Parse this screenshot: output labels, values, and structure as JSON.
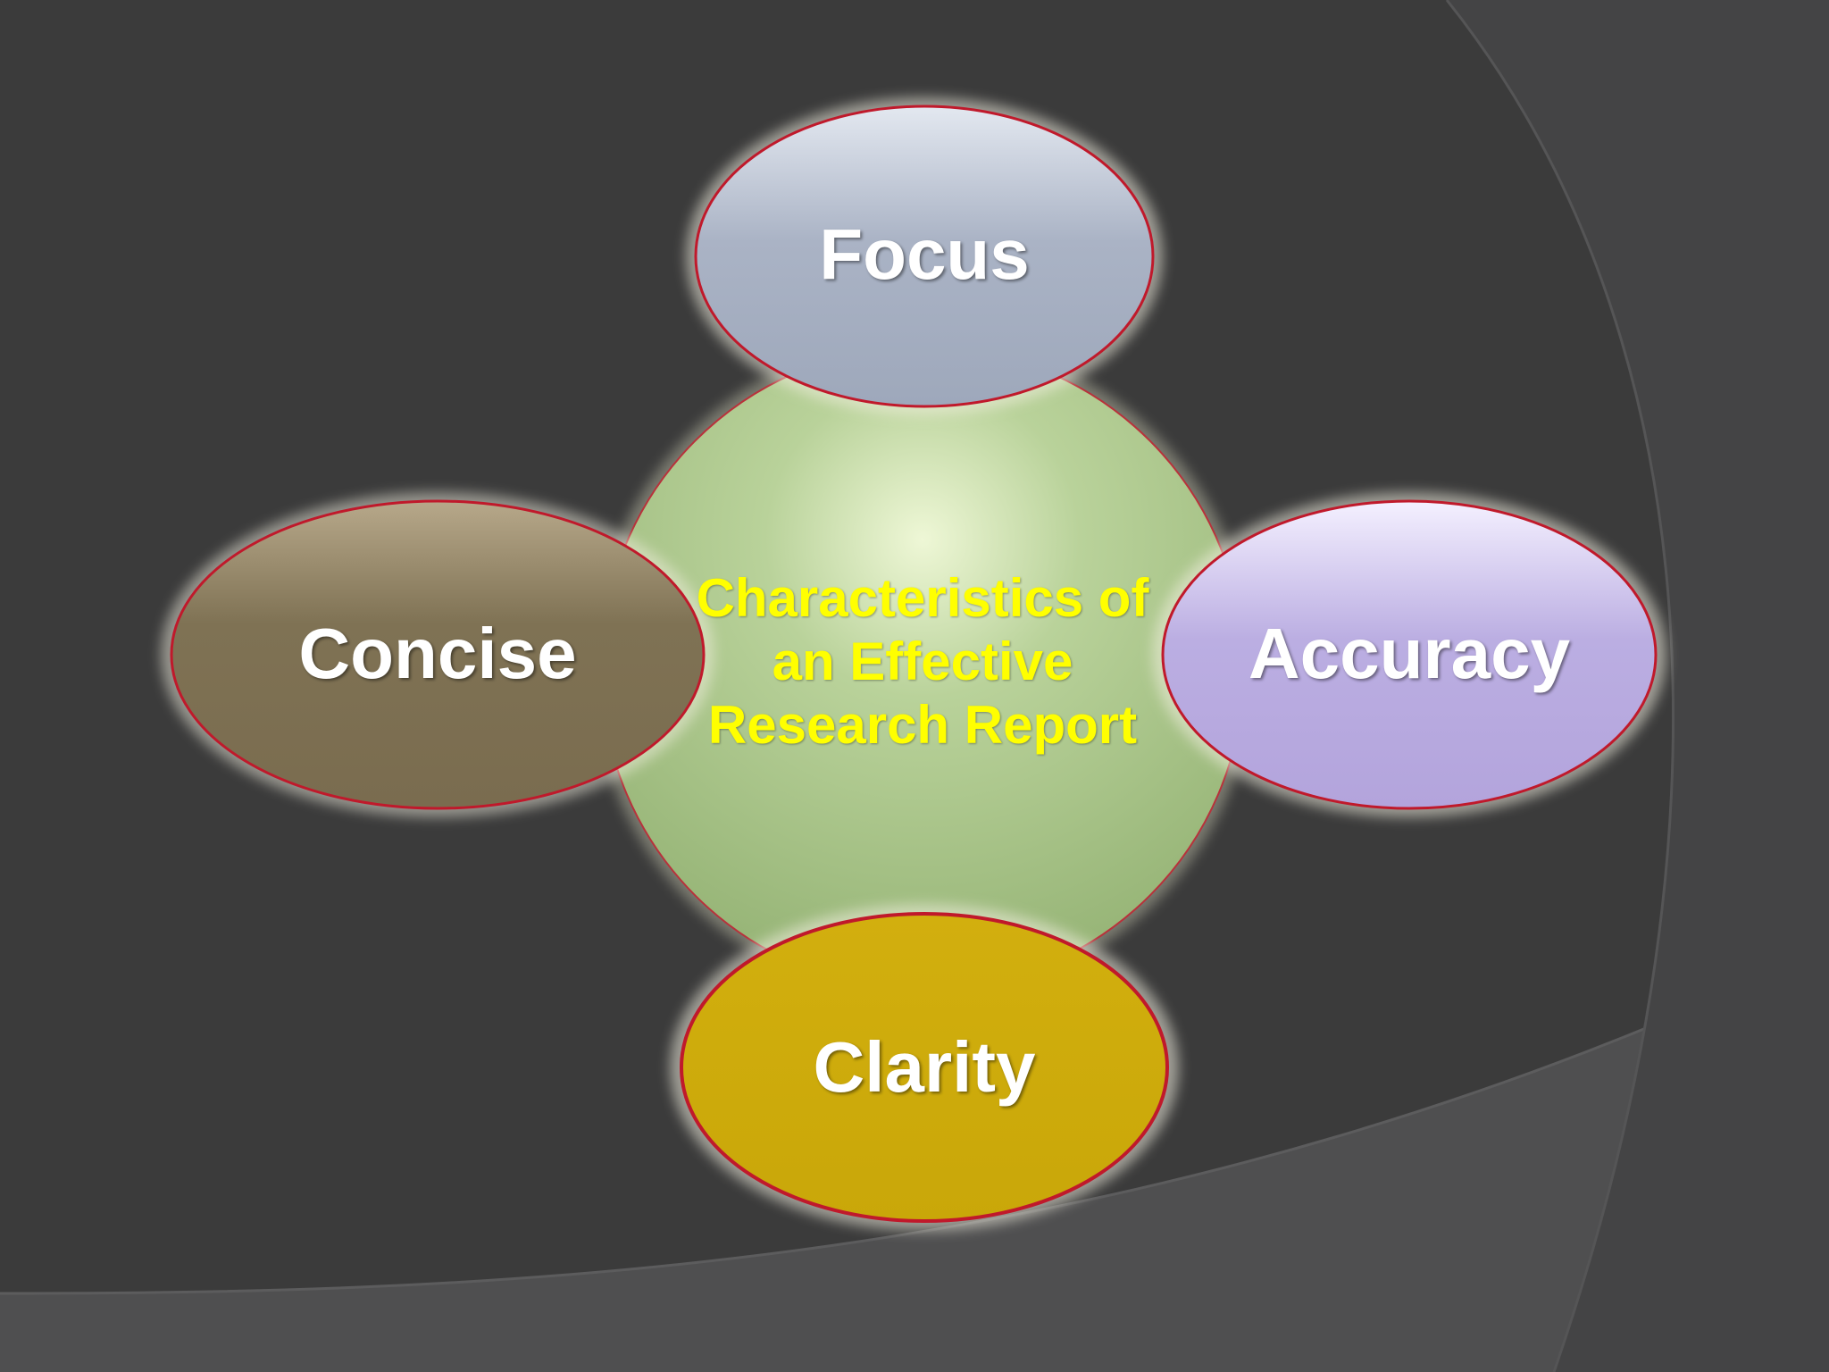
{
  "diagram": {
    "center": {
      "label": "Characteristics of an Effective Research Report"
    },
    "nodes": [
      {
        "id": "focus",
        "label": "Focus"
      },
      {
        "id": "concise",
        "label": "Concise"
      },
      {
        "id": "accuracy",
        "label": "Accuracy"
      },
      {
        "id": "clarity",
        "label": "Clarity"
      }
    ]
  },
  "colors": {
    "background": "#3b3b3b",
    "center_fill": "#9bb87a",
    "focus_fill": "#a9b3c4",
    "concise_fill": "#7d7153",
    "accuracy_fill": "#b6a7dd",
    "clarity_fill": "#cfab0a",
    "outline": "#c0192b",
    "center_text": "#ffff00",
    "node_text": "#ffffff"
  }
}
